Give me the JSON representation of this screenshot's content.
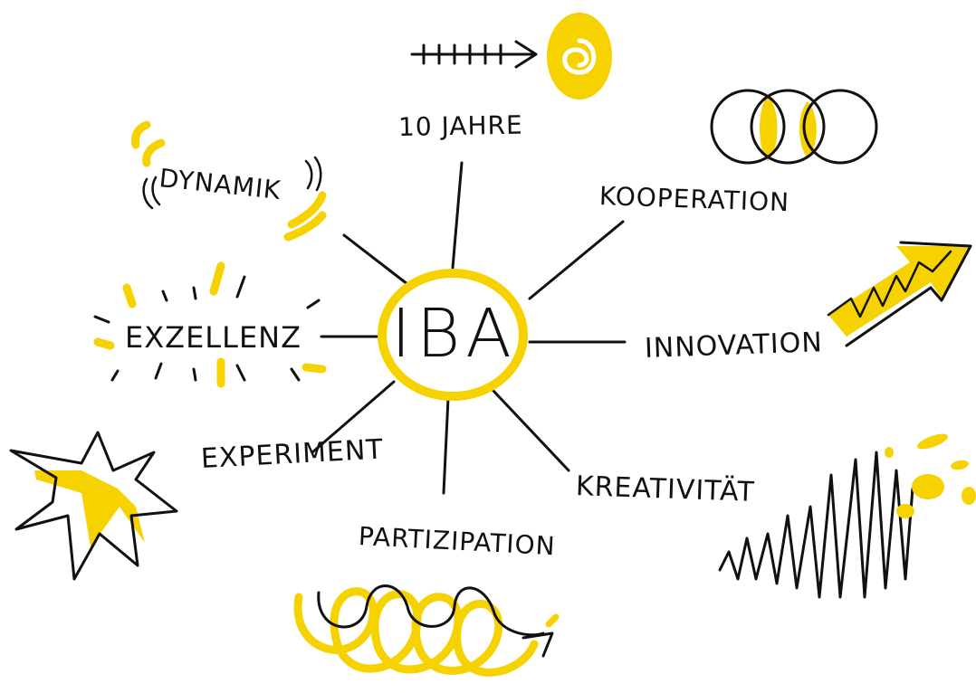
{
  "center": {
    "label": "IBA"
  },
  "branches": {
    "top": "10 JAHRE",
    "top_left": "DYNAMIK",
    "top_right": "KOOPERATION",
    "left": "EXZELLENZ",
    "right": "INNOVATION",
    "bottom_left": "EXPERIMENT",
    "bottom": "PARTIZIPATION",
    "bottom_right": "KREATIVITÄT"
  },
  "colors": {
    "accent": "#F6D200",
    "ink": "#111111",
    "background": "#FFFFFF"
  }
}
